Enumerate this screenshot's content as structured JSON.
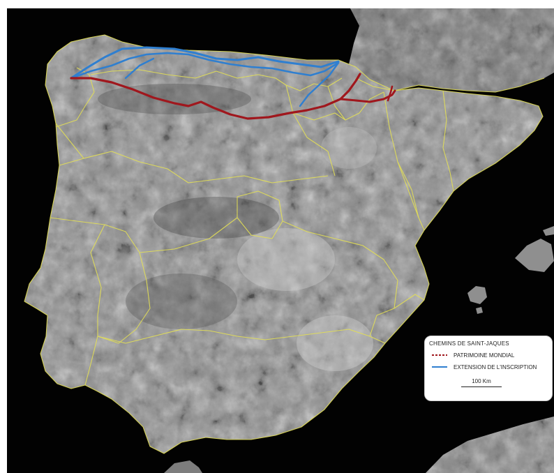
{
  "map": {
    "legend": {
      "title": "CHEMINS DE SAINT-JAQUES",
      "items": [
        {
          "label": "PATRIMOINE MONDIAL",
          "color": "#a0171d",
          "style": "dashed"
        },
        {
          "label": "EXTENSION DE L'INSCRIPTION",
          "color": "#2f7fd0",
          "style": "solid"
        }
      ],
      "scale_label": "100 Km"
    },
    "colors": {
      "sea": "#020202",
      "land": "#8f8f8f",
      "borders": "#e3df55",
      "route_world_heritage": "#a0171d",
      "route_extension": "#2f7fd0"
    }
  }
}
